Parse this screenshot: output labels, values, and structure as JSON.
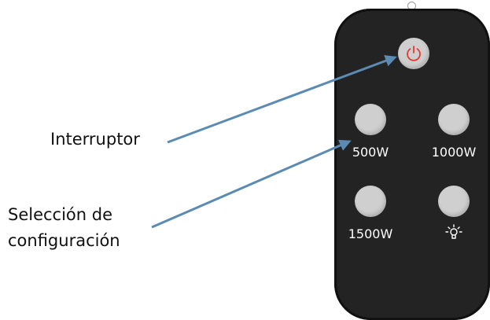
{
  "callouts": {
    "power": "Interruptor",
    "config_line1": "Selección de",
    "config_line2": "configuración"
  },
  "remote": {
    "buttons": [
      "500W",
      "1000W",
      "1500W"
    ]
  },
  "icons": {
    "power": "power-icon",
    "light": "light-bulb-icon"
  },
  "colors": {
    "arrow": "#5b8ab2",
    "power_symbol": "#e53935",
    "remote_body": "#232323",
    "button": "#cfcfcf"
  }
}
